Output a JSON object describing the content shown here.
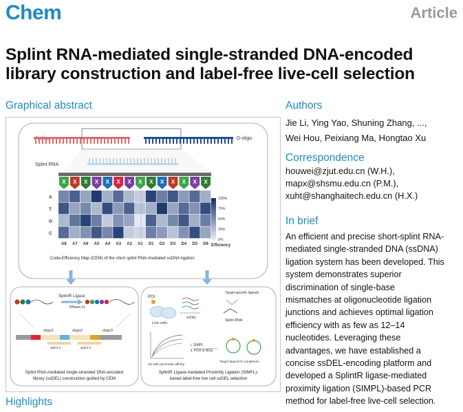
{
  "header": {
    "journal": "Chem",
    "article_type": "Article"
  },
  "title_lines": [
    "Splint RNA-mediated single-stranded DNA-encoded",
    "library construction and label-free live-cell selection"
  ],
  "graphical_abstract": {
    "heading": "Graphical abstract",
    "a_oligo": "A-oligo",
    "d_oligo": "D-oligo",
    "splint_rna": "Splint RNA",
    "rows": [
      "A",
      "T",
      "G",
      "C"
    ],
    "cols": [
      "A8",
      "A7",
      "A6",
      "A5",
      "A4",
      "A3",
      "A2",
      "A1",
      "D1",
      "D2",
      "D3",
      "D4",
      "D5",
      "D6"
    ],
    "x_marks": [
      "X",
      "X",
      "X",
      "X",
      "X",
      "X",
      "X",
      "X",
      "X",
      "X",
      "X",
      "X",
      "X",
      "X"
    ],
    "x_colors": [
      "#3fa34d",
      "#c0392b",
      "#2e7d32",
      "#7b3fa0",
      "#1f6fb5",
      "#d7263d",
      "#7b3fa0",
      "#3fa34d",
      "#2e7d32",
      "#1f6fb5",
      "#c0392b",
      "#3fa34d",
      "#7b3fa0",
      "#2e7d32"
    ],
    "heat_values": [
      [
        0.55,
        0.75,
        0.4,
        0.95,
        0.35,
        0.7,
        0.3,
        0.2,
        0.9,
        0.6,
        0.8,
        0.45,
        0.7,
        0.35
      ],
      [
        0.8,
        0.4,
        0.55,
        0.3,
        0.85,
        0.45,
        0.75,
        0.25,
        0.35,
        0.95,
        0.4,
        0.7,
        0.5,
        0.85
      ],
      [
        0.3,
        0.65,
        0.9,
        0.6,
        0.2,
        0.5,
        0.4,
        0.05,
        0.75,
        0.3,
        0.55,
        0.8,
        0.35,
        0.6
      ],
      [
        0.7,
        0.35,
        0.5,
        0.8,
        0.55,
        0.9,
        0.2,
        0.15,
        0.6,
        0.45,
        0.25,
        0.5,
        0.85,
        0.4
      ]
    ],
    "legend_ticks": [
      "100%",
      "75%",
      "50%",
      "25%",
      "0%"
    ],
    "legend_title": "Efficiency",
    "cem_caption": "Code-Efficiency Map (CEM) of the short splint RNA-mediated ssDNA ligation",
    "left_panel": {
      "ligase": "SplintR Ligase",
      "rnase": "RNase H",
      "oligos": [
        "oligo1",
        "oligo2",
        "oligo3"
      ],
      "splints": [
        "splint-1",
        "splint-2"
      ],
      "caption_lines": [
        "Splint RNA-mediated single-stranded DNA-encoded",
        "library (ssDEL) construction guided by CEM"
      ]
    },
    "right_panel": {
      "poi": "POI",
      "ssdel": "ssDEL",
      "live_cells": "Live cells",
      "target_ligands": "Target-specific ligands",
      "splint_rna": "Splint RNA",
      "steps": [
        "i. SIMPL",
        "ii. PCR & NGS"
      ],
      "hit": "Hit with picomolar affinity",
      "complexes": "Target-ligand-ht complexes",
      "caption_lines": [
        "SplintR Ligase-mediated Proximity Ligation (SIMPL)-",
        "based label-free live cell ssDEL selection"
      ]
    }
  },
  "highlights_heading": "Highlights",
  "authors": {
    "heading": "Authors",
    "lines": [
      "Jie Li, Ying Yao, Shuning Zhang, ...,",
      "Wei Hou, Peixiang Ma, Hongtao Xu"
    ]
  },
  "correspondence": {
    "heading": "Correspondence",
    "lines": [
      "houwei@zjut.edu.cn (W.H.),",
      "mapx@shsmu.edu.cn (P.M.),",
      "xuht@shanghaitech.edu.cn (H.X.)"
    ]
  },
  "in_brief": {
    "heading": "In brief",
    "lines": [
      "An efficient and precise short-splint RNA-",
      "mediated single-stranded DNA (ssDNA)",
      "ligation system has been developed. This",
      "system demonstrates superior",
      "discrimination of single-base",
      "mismatches at oligonucleotide ligation",
      "junctions and achieves optimal ligation",
      "efficiency with as few as 12–14",
      "nucleotides. Leveraging these",
      "advantages, we have established a",
      "concise ssDEL-encoding platform and",
      "developed a SplintR ligase-mediated",
      "proximity ligation (SIMPL)-based PCR",
      "method for label-free live-cell selection."
    ]
  },
  "colors": {
    "brand": "#1f8ac0",
    "red_oligo": "#e06a6a",
    "blue_oligo": "#1f4e96",
    "splint": "#6aaee0",
    "heat_low": "#eef3fa",
    "heat_high": "#15306a"
  }
}
